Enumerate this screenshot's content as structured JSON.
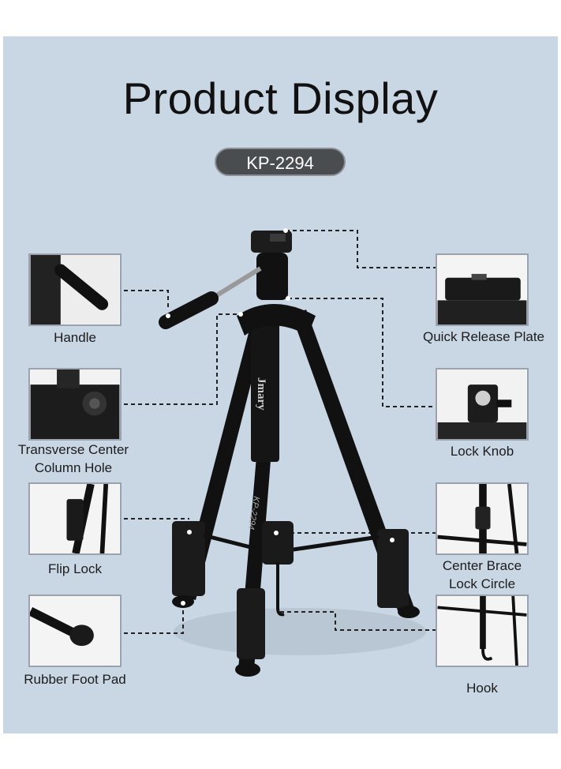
{
  "title": "Product Display",
  "model": "KP-2294",
  "brand_on_column": "Jmary",
  "model_on_leg": "KP-2294",
  "parts_left": [
    {
      "label": "Handle"
    },
    {
      "label_lines": [
        "Transverse Center",
        "Column Hole"
      ]
    },
    {
      "label": "Flip Lock"
    },
    {
      "label": "Rubber Foot Pad"
    }
  ],
  "parts_right": [
    {
      "label": "Quick Release Plate"
    },
    {
      "label": "Lock Knob"
    },
    {
      "label_lines": [
        "Center Brace",
        "Lock Circle"
      ]
    },
    {
      "label": "Hook"
    }
  ],
  "colors": {
    "background": "#c9d6e4",
    "badge": "#4a4d50",
    "product": "#111111"
  }
}
